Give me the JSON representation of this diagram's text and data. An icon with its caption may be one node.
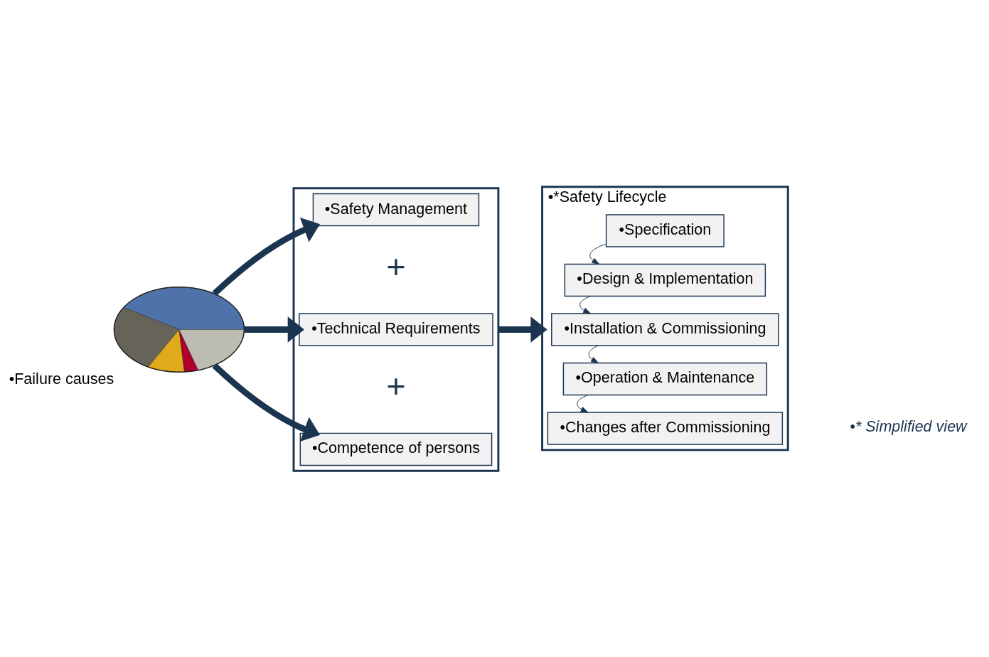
{
  "diagram": {
    "nodes": [
      {
        "text": [],
        "shape": "picture",
        "beside": [
          "•Failure causes"
        ]
      },
      {
        "text": [],
        "shape": "box"
      },
      {
        "text": [
          "•Safety Management"
        ],
        "in": 1
      },
      {
        "text": [
          "•Technical Requirements"
        ],
        "in": 1
      },
      {
        "text": [
          "•Competence of persons"
        ],
        "in": 1
      },
      {
        "text": [
          "•*Safety Lifecycle"
        ]
      },
      {
        "text": [
          "•Specification"
        ],
        "in": 5
      },
      {
        "text": [
          "•Design & Implementation"
        ],
        "in": 5
      },
      {
        "text": [
          "•Installation & Commissioning"
        ],
        "in": 5
      },
      {
        "text": [
          "•Operation & Maintenance"
        ],
        "in": 5
      },
      {
        "text": [
          "•Changes after Commissioning"
        ],
        "in": 5
      }
    ],
    "edges": [
      {
        "from": 0,
        "to": 2,
        "arrow": "to",
        "style": "thick"
      },
      {
        "from": 0,
        "to": 3,
        "arrow": "to",
        "style": "thick"
      },
      {
        "from": 0,
        "to": 4,
        "arrow": "to",
        "style": "thick"
      },
      {
        "from": 1,
        "to": 5,
        "arrow": "to",
        "style": "thick"
      },
      {
        "from": 6,
        "to": 7,
        "arrow": "to"
      },
      {
        "from": 7,
        "to": 8,
        "arrow": "to"
      },
      {
        "from": 8,
        "to": 9,
        "arrow": "to"
      },
      {
        "from": 9,
        "to": 10,
        "arrow": "to"
      }
    ],
    "labels": [
      "+",
      "+",
      "•* Simplified view"
    ]
  }
}
